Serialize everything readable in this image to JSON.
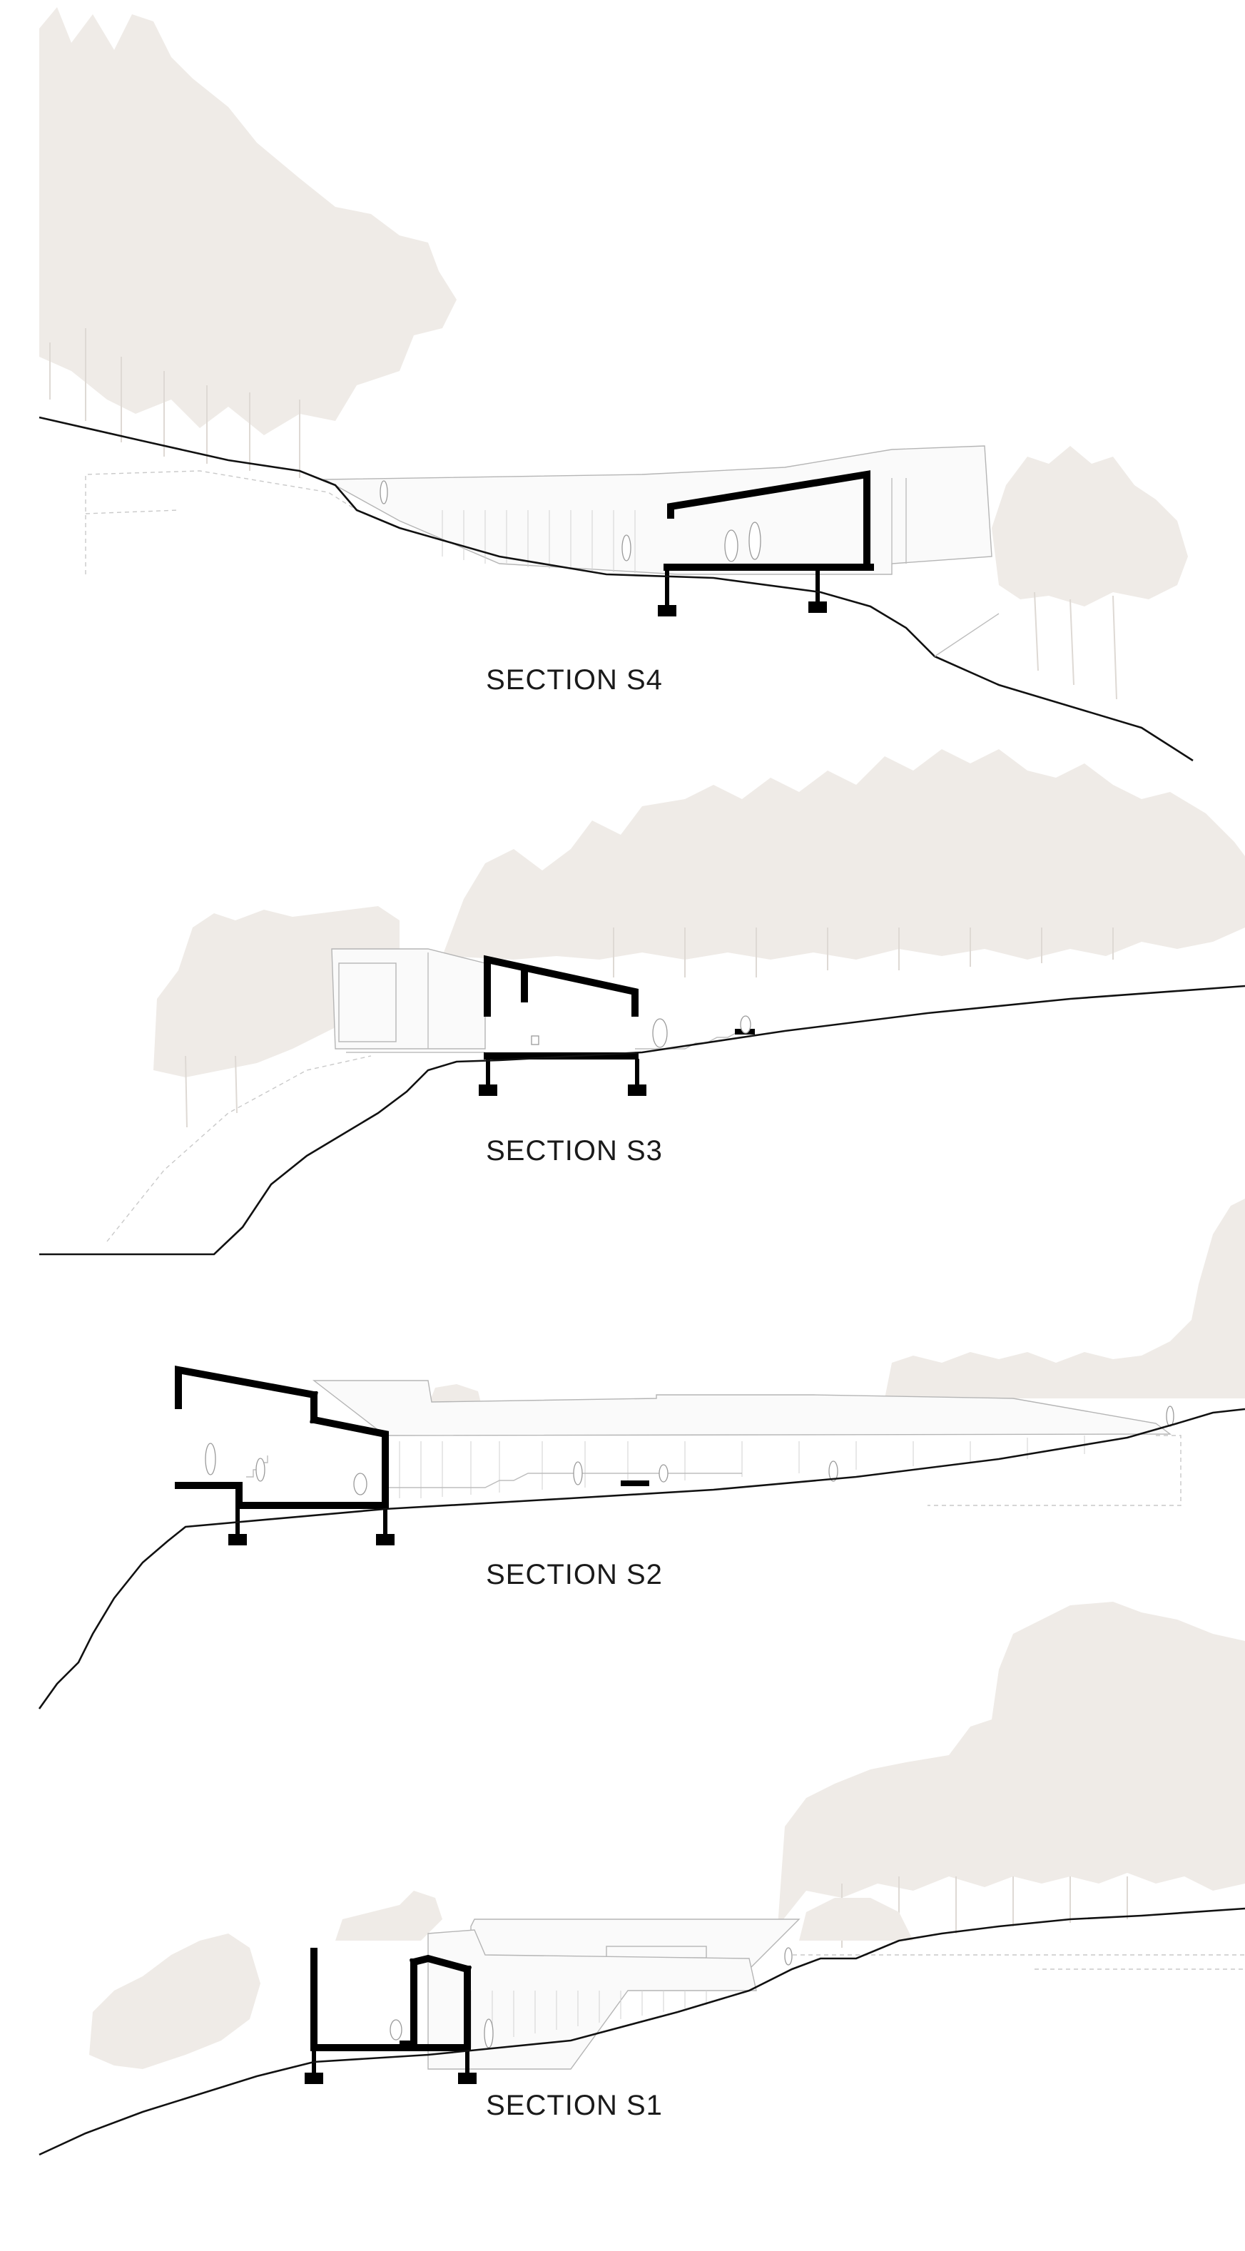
{
  "sections": [
    {
      "id": "s4",
      "label": "SECTION S4"
    },
    {
      "id": "s3",
      "label": "SECTION S3"
    },
    {
      "id": "s2",
      "label": "SECTION S2"
    },
    {
      "id": "s1",
      "label": "SECTION S1"
    }
  ],
  "colors": {
    "background": "#ffffff",
    "trees": "#efebe7",
    "cut_line": "#000000",
    "ground_line": "#111111",
    "elevation_line": "#bdbdbd"
  }
}
